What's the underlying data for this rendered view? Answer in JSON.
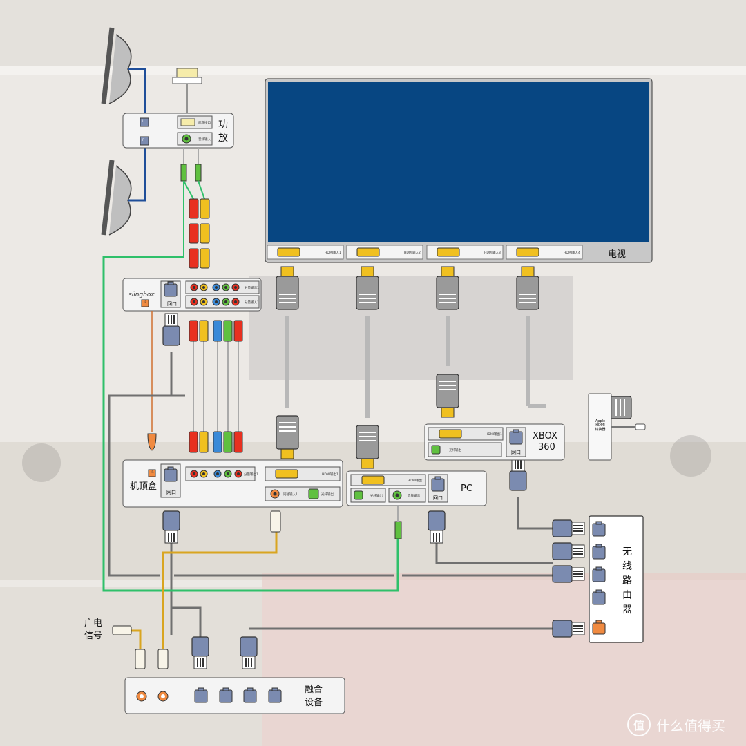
{
  "devices": {
    "amplifier": {
      "label": "功放",
      "port_input": "音频输入",
      "port_dock": "底座接口"
    },
    "tv": {
      "label": "电视",
      "hdmi_ports": [
        "HDMI输入1",
        "HDMI输入2",
        "HDMI输入3",
        "HDMI输入4"
      ]
    },
    "slingbox": {
      "brand": "slingbox",
      "ir": "IR",
      "lan": "网口",
      "comp_out1": "分量输出1",
      "comp_in1": "分量输入1"
    },
    "stb": {
      "label": "机顶盒",
      "ir": "IR",
      "lan": "网口",
      "comp_out": "分量输出1",
      "hdmi_out": "HDMI输出1",
      "coax_in": "同轴输入1",
      "optical_out": "光纤输出"
    },
    "pc": {
      "label": "PC",
      "hdmi_out": "HDMI输出1",
      "optical_out": "光纤输出",
      "audio_out": "音频输出",
      "lan": "网口"
    },
    "xbox": {
      "label_line1": "XBOX",
      "label_line2": "360",
      "hdmi_out": "HDMI输出1",
      "optical_out": "光纤输出",
      "lan": "网口"
    },
    "apple_adapter": {
      "line1": "Apple",
      "line2": "HDMI",
      "line3": "转换器"
    },
    "router": {
      "label": "无线路由器",
      "chars": [
        "无",
        "线",
        "路",
        "由",
        "器"
      ]
    },
    "fusion": {
      "line1": "融合",
      "line2": "设备"
    },
    "broadcast": {
      "line1": "广电",
      "line2": "信号"
    }
  },
  "watermark": {
    "icon": "值",
    "text": "什么值得买"
  },
  "colors": {
    "tv_screen": "#074682",
    "lan_plug": "#7b8bb0",
    "hdmi_plug": "#9a9a9a",
    "hdmi_tip": "#f0c020",
    "speaker_wire": "#1f4e99",
    "cable_green": "#2fc06a",
    "cable_gray": "#707070",
    "cable_yellow": "#d9a520",
    "cable_orange": "#d07030",
    "rca_red": "#e83020",
    "rca_yellow": "#f0c020",
    "rca_blue": "#3a8ad8",
    "rca_green": "#60c040",
    "router_orange": "#f08a40"
  }
}
